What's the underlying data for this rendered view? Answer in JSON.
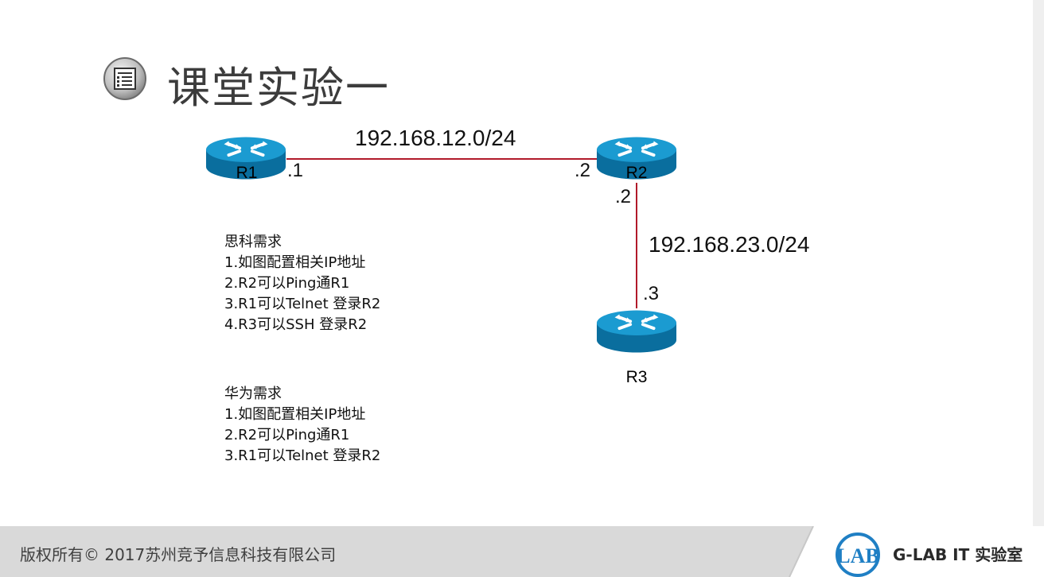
{
  "title": "课堂实验一",
  "topology": {
    "routers": [
      {
        "name": "R1"
      },
      {
        "name": "R2"
      },
      {
        "name": "R3"
      }
    ],
    "links": [
      {
        "network": "192.168.12.0/24",
        "ends": [
          ".1",
          ".2"
        ]
      },
      {
        "network": "192.168.23.0/24",
        "ends": [
          ".2",
          ".3"
        ]
      }
    ],
    "colors": {
      "link": "#b11a2a",
      "router_top": "#1b9bd1",
      "router_side": "#0a6e9e"
    }
  },
  "cisco": {
    "heading": "思科需求",
    "items": [
      "1.如图配置相关IP地址",
      "2.R2可以Ping通R1",
      "3.R1可以Telnet 登录R2",
      "4.R3可以SSH 登录R2"
    ]
  },
  "huawei": {
    "heading": "华为需求",
    "items": [
      "1.如图配置相关IP地址",
      "2.R2可以Ping通R1",
      "3.R1可以Telnet 登录R2"
    ]
  },
  "footer": {
    "copyright": "版权所有© 2017苏州竞予信息科技有限公司",
    "logo_text": "LAB",
    "brand": "G-LAB IT 实验室"
  }
}
